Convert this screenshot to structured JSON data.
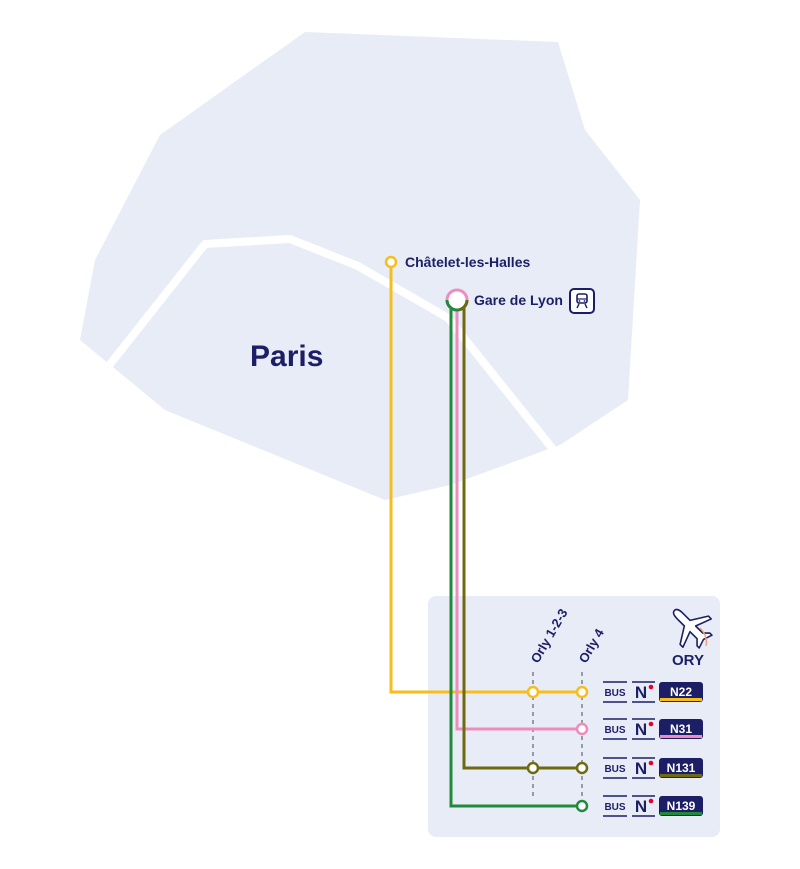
{
  "map": {
    "city_label": "Paris",
    "stations": [
      {
        "name": "Châtelet-les-Halles",
        "has_train_icon": false
      },
      {
        "name": "Gare de Lyon",
        "has_train_icon": true,
        "icon": "train-icon"
      }
    ],
    "airport": {
      "name": "ORY",
      "icon": "airplane-icon",
      "terminals": [
        "Orly 1-2-3",
        "Orly 4"
      ]
    },
    "lines": [
      {
        "id": "N22",
        "mode": "BUS",
        "network": "N",
        "color": "#f7be1b",
        "accent": "#f7be1b",
        "from": "Châtelet-les-Halles",
        "serves": [
          "Orly 1-2-3",
          "Orly 4"
        ]
      },
      {
        "id": "N31",
        "mode": "BUS",
        "network": "N",
        "color": "#ef8cbd",
        "accent": "#ef8cbd",
        "from": "Gare de Lyon",
        "serves": [
          "Orly 4"
        ]
      },
      {
        "id": "N131",
        "mode": "BUS",
        "network": "N",
        "color": "#6e6a12",
        "accent": "#6e6a12",
        "from": "Gare de Lyon",
        "serves": [
          "Orly 1-2-3",
          "Orly 4"
        ]
      },
      {
        "id": "N139",
        "mode": "BUS",
        "network": "N",
        "color": "#1f8a3c",
        "accent": "#1f8a3c",
        "from": "Gare de Lyon",
        "serves": [
          "Orly 4"
        ]
      }
    ]
  },
  "colors": {
    "city_fill": "#e8ecf6",
    "panel_fill": "#e8ecf6",
    "text": "#1c1f66",
    "badge": "#1c1f66",
    "noctilien_dot": "#e4002b"
  }
}
